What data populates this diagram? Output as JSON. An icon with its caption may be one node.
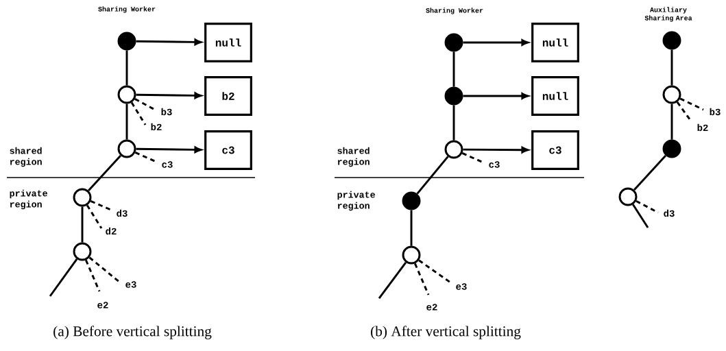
{
  "diagram": {
    "nodes": [
      {
        "text": [],
        "shape": "dot"
      },
      {
        "text": [
          "null"
        ]
      },
      {
        "text": [],
        "shape": "circle"
      },
      {
        "text": [
          "b2"
        ]
      },
      {
        "text": [],
        "shape": "circle"
      },
      {
        "text": [
          "c3"
        ]
      },
      {
        "text": [],
        "shape": "circle"
      },
      {
        "text": [],
        "shape": "circle"
      },
      {
        "text": [],
        "shape": "dot"
      },
      {
        "text": [
          "null"
        ]
      },
      {
        "text": [],
        "shape": "dot"
      },
      {
        "text": [
          "null"
        ]
      },
      {
        "text": [],
        "shape": "circle"
      },
      {
        "text": [
          "c3"
        ]
      },
      {
        "text": [],
        "shape": "dot"
      },
      {
        "text": [],
        "shape": "circle"
      },
      {
        "text": [],
        "shape": "dot"
      },
      {
        "text": [],
        "shape": "circle"
      },
      {
        "text": [],
        "shape": "dot"
      },
      {
        "text": [],
        "shape": "circle"
      }
    ],
    "edges": [
      {
        "from": 0,
        "to": 1,
        "arrow": "to"
      },
      {
        "from": 0,
        "to": 2,
        "arrow": "none"
      },
      {
        "from": 2,
        "to": 3,
        "arrow": "to"
      },
      {
        "from": 2,
        "to": null,
        "arrow": "none",
        "style": "dashed",
        "label": "b3"
      },
      {
        "from": 2,
        "to": null,
        "arrow": "none",
        "style": "dashed",
        "label": "b2"
      },
      {
        "from": 2,
        "to": 4,
        "arrow": "none"
      },
      {
        "from": 4,
        "to": 5,
        "arrow": "to"
      },
      {
        "from": 4,
        "to": null,
        "arrow": "none",
        "style": "dashed",
        "label": "c3"
      },
      {
        "from": 4,
        "to": 6,
        "arrow": "none"
      },
      {
        "from": 6,
        "to": null,
        "arrow": "none",
        "style": "dashed",
        "label": "d3"
      },
      {
        "from": 6,
        "to": null,
        "arrow": "none",
        "style": "dashed",
        "label": "d2"
      },
      {
        "from": 6,
        "to": 7,
        "arrow": "none"
      },
      {
        "from": 7,
        "to": null,
        "arrow": "none",
        "style": "dashed",
        "label": "e3"
      },
      {
        "from": 7,
        "to": null,
        "arrow": "none",
        "style": "dashed",
        "label": "e2"
      },
      {
        "from": 7,
        "to": null,
        "arrow": "none"
      },
      {
        "from": 8,
        "to": 9,
        "arrow": "to"
      },
      {
        "from": 8,
        "to": 10,
        "arrow": "none"
      },
      {
        "from": 10,
        "to": 11,
        "arrow": "to"
      },
      {
        "from": 10,
        "to": 12,
        "arrow": "none"
      },
      {
        "from": 12,
        "to": 13,
        "arrow": "to"
      },
      {
        "from": 12,
        "to": null,
        "arrow": "none",
        "style": "dashed",
        "label": "c3"
      },
      {
        "from": 12,
        "to": 14,
        "arrow": "none"
      },
      {
        "from": 14,
        "to": 15,
        "arrow": "none"
      },
      {
        "from": 15,
        "to": null,
        "arrow": "none",
        "style": "dashed",
        "label": "e3"
      },
      {
        "from": 15,
        "to": null,
        "arrow": "none",
        "style": "dashed",
        "label": "e2"
      },
      {
        "from": 15,
        "to": null,
        "arrow": "none"
      },
      {
        "from": 16,
        "to": 17,
        "arrow": "none"
      },
      {
        "from": 17,
        "to": null,
        "arrow": "none",
        "style": "dashed",
        "label": "b3"
      },
      {
        "from": 17,
        "to": null,
        "arrow": "none",
        "style": "dashed",
        "label": "b2"
      },
      {
        "from": 17,
        "to": 18,
        "arrow": "none"
      },
      {
        "from": 18,
        "to": 19,
        "arrow": "none"
      },
      {
        "from": 19,
        "to": null,
        "arrow": "none",
        "style": "dashed",
        "label": "d3"
      },
      {
        "from": 19,
        "to": null,
        "arrow": "none"
      }
    ],
    "labels": [
      "Sharing Worker",
      "Sharing Worker",
      "Auxiliary Sharing Area",
      "shared region",
      "shared region",
      "private region",
      "private region",
      "(a) Before vertical splitting",
      "(b) After vertical splitting"
    ]
  }
}
